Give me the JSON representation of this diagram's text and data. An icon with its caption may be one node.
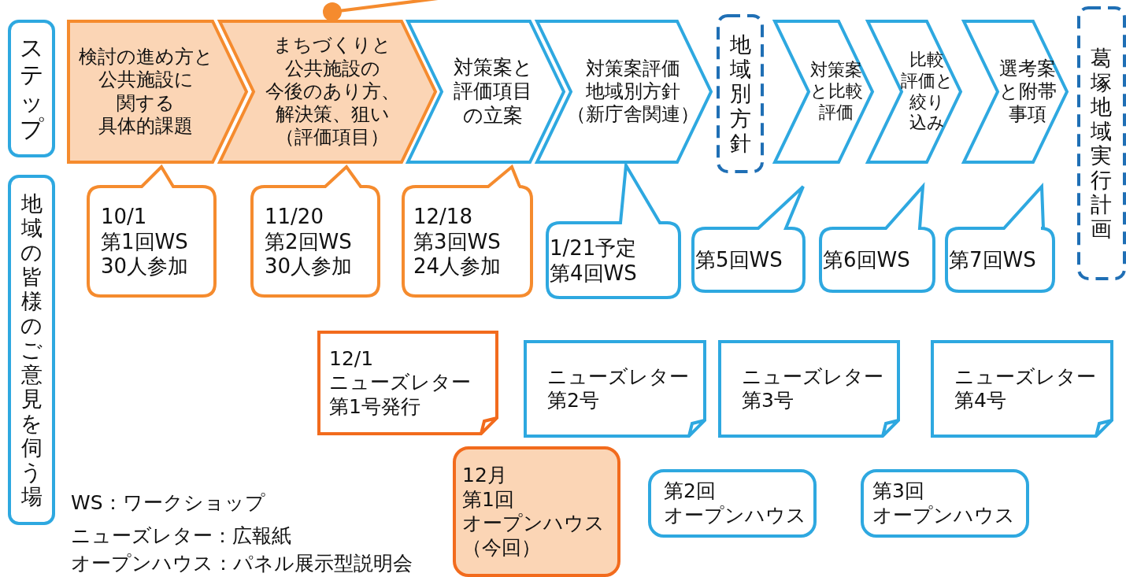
{
  "diagram": {
    "nodes": [
      {
        "text": [
          "ステップ"
        ]
      },
      {
        "text": [
          "地域の皆様のご意見を伺う場"
        ]
      },
      {
        "text": [
          "検討の進め方と公共施設に関する具体的課題"
        ]
      },
      {
        "text": [
          "まちづくりと公共施設の今後のあり方、解決策、狙い（評価項目）"
        ]
      },
      {
        "text": [
          "対策案と評価項目の立案"
        ]
      },
      {
        "text": [
          "対策案評価地域別方針（新庁舎関連）"
        ]
      },
      {
        "text": [
          "地域別方針"
        ]
      },
      {
        "text": [
          "対策案と比較評価"
        ]
      },
      {
        "text": [
          "比較評価と絞り込み"
        ]
      },
      {
        "text": [
          "選考案と附帯事項"
        ]
      },
      {
        "text": [
          "葛塚地域実行計画"
        ]
      },
      {
        "text": [
          "10/1第1回WS30人参加"
        ]
      },
      {
        "text": [
          "11/20第2回WS30人参加"
        ]
      },
      {
        "text": [
          "12/18第3回WS24人参加"
        ]
      },
      {
        "text": [
          "1/21予定第4回WS"
        ]
      },
      {
        "text": [
          "第5回WS"
        ]
      },
      {
        "text": [
          "第6回WS"
        ]
      },
      {
        "text": [
          "第7回WS"
        ]
      },
      {
        "text": [
          "12/1ニューズレター第1号発行"
        ]
      },
      {
        "text": [
          "ニューズレター第2号"
        ]
      },
      {
        "text": [
          "ニューズレター第3号"
        ]
      },
      {
        "text": [
          "ニューズレター第4号"
        ]
      },
      {
        "text": [
          "12月第1回オープンハウス（今回）"
        ]
      },
      {
        "text": [
          "第2回オープンハウス"
        ]
      },
      {
        "text": [
          "第3回オープンハウス"
        ]
      }
    ],
    "edges": [
      {
        "from": null,
        "to": 3,
        "arrow": "other",
        "color": "#f58b2e"
      }
    ],
    "labels": [
      "WS：ワークショップ",
      "ニューズレター：広報紙",
      "オープンハウス：パネル展示型説明会"
    ]
  }
}
